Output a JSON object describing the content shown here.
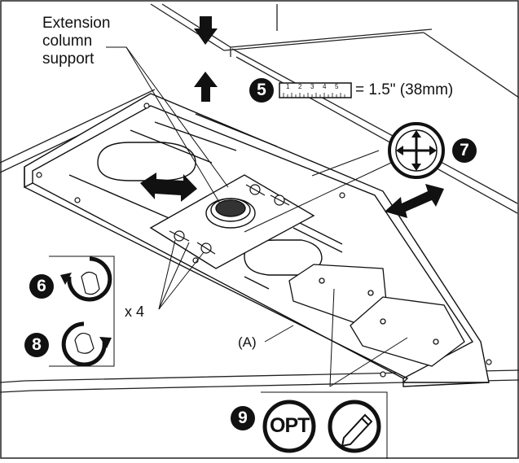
{
  "callouts": {
    "support_label": "Extension\ncolumn\nsupport",
    "multiplier": "x 4",
    "part_label": "(A)"
  },
  "steps": {
    "s5": "5",
    "s6": "6",
    "s7": "7",
    "s8": "8",
    "s9": "9"
  },
  "ruler": {
    "ticks": [
      "1",
      "2",
      "3",
      "4",
      "5"
    ],
    "measurement": "= 1.5\" (38mm)"
  },
  "badges": {
    "opt": "OPT"
  },
  "icons": [
    "down-arrow-icon",
    "up-arrow-icon",
    "double-arrow-icon",
    "move-icon",
    "counterclockwise-hand-icon",
    "clockwise-hand-icon",
    "pencil-icon"
  ],
  "colors": {
    "line": "#111111",
    "background": "#ffffff"
  }
}
